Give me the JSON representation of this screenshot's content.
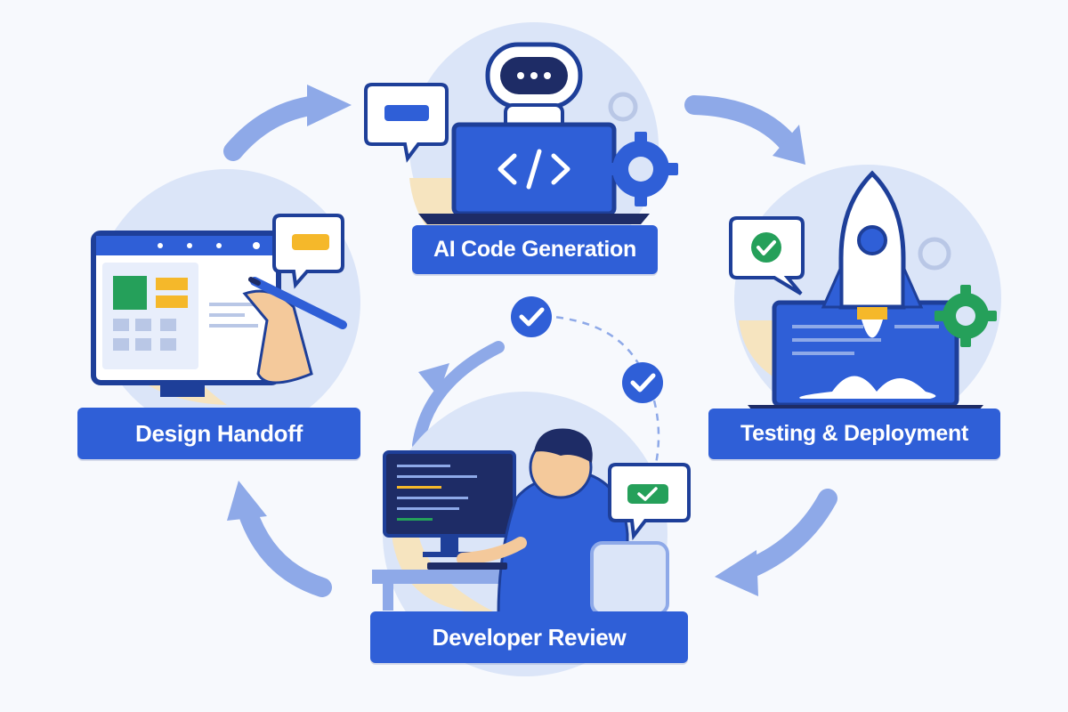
{
  "stages": {
    "ai_generation": {
      "label": "AI Code Generation"
    },
    "design_handoff": {
      "label": "Design Handoff"
    },
    "testing_deployment": {
      "label": "Testing & Deployment"
    },
    "developer_review": {
      "label": "Developer Review"
    }
  },
  "colors": {
    "primary": "#2f5fd7",
    "primary_dark": "#1e3f99",
    "arrow": "#8ea9e8",
    "blob_blue": "#dbe5f8",
    "blob_sand": "#f6e4bf",
    "accent_yellow": "#f5b82a",
    "accent_green": "#25a05a",
    "background": "#f7f9fd"
  },
  "icons": [
    "robot-icon",
    "code-icon",
    "gear-icon",
    "chat-bubble-icon",
    "rocket-icon",
    "check-icon",
    "pen-icon",
    "monitor-icon",
    "laptop-icon",
    "developer-icon"
  ]
}
